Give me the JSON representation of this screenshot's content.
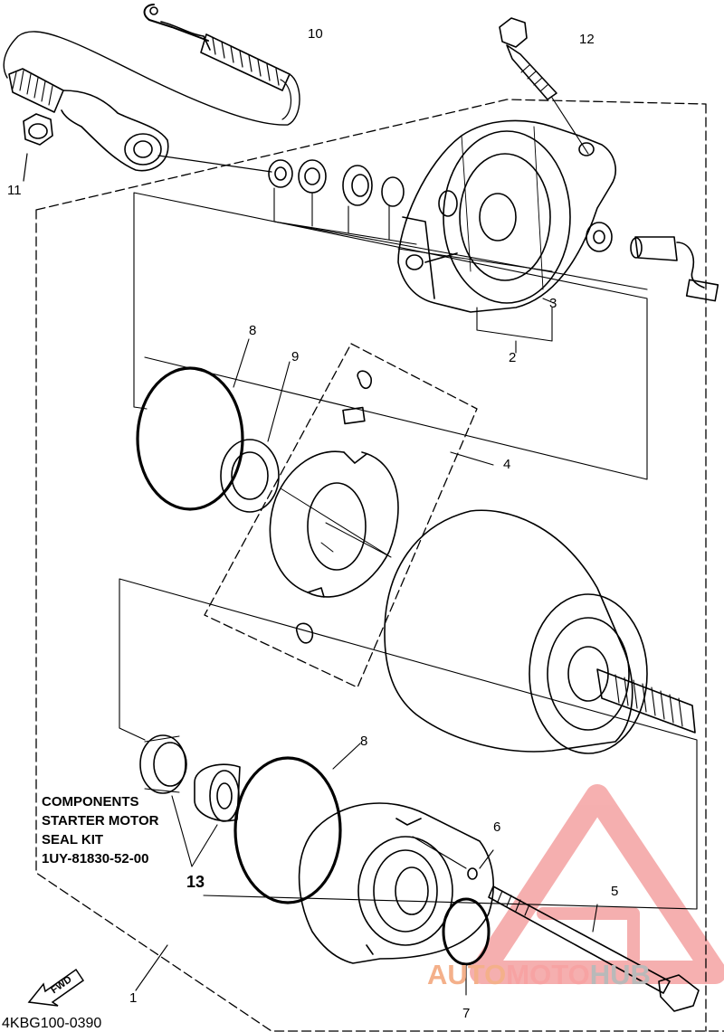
{
  "diagram_code": "4KBG100-0390",
  "kit_note": {
    "line1": "COMPONENTS",
    "line2": "STARTER MOTOR",
    "line3": "SEAL KIT",
    "line4": "1UY-81830-52-00"
  },
  "part_labels": {
    "p1": "1",
    "p2": "2",
    "p3": "3",
    "p4": "4",
    "p5": "5",
    "p6": "6",
    "p7": "7",
    "p8a": "8",
    "p8b": "8",
    "p9": "9",
    "p10": "10",
    "p11": "11",
    "p12": "12",
    "p13": "13"
  },
  "fwd_arrow_label": "FWD",
  "watermark": {
    "part1": "AUTO",
    "part2": "MOTO",
    "part3": "HUB"
  },
  "colors": {
    "line": "#000000",
    "watermark_orange": "#f4b08a",
    "watermark_red": "#f08080",
    "watermark_gray": "#b9b9b9"
  }
}
